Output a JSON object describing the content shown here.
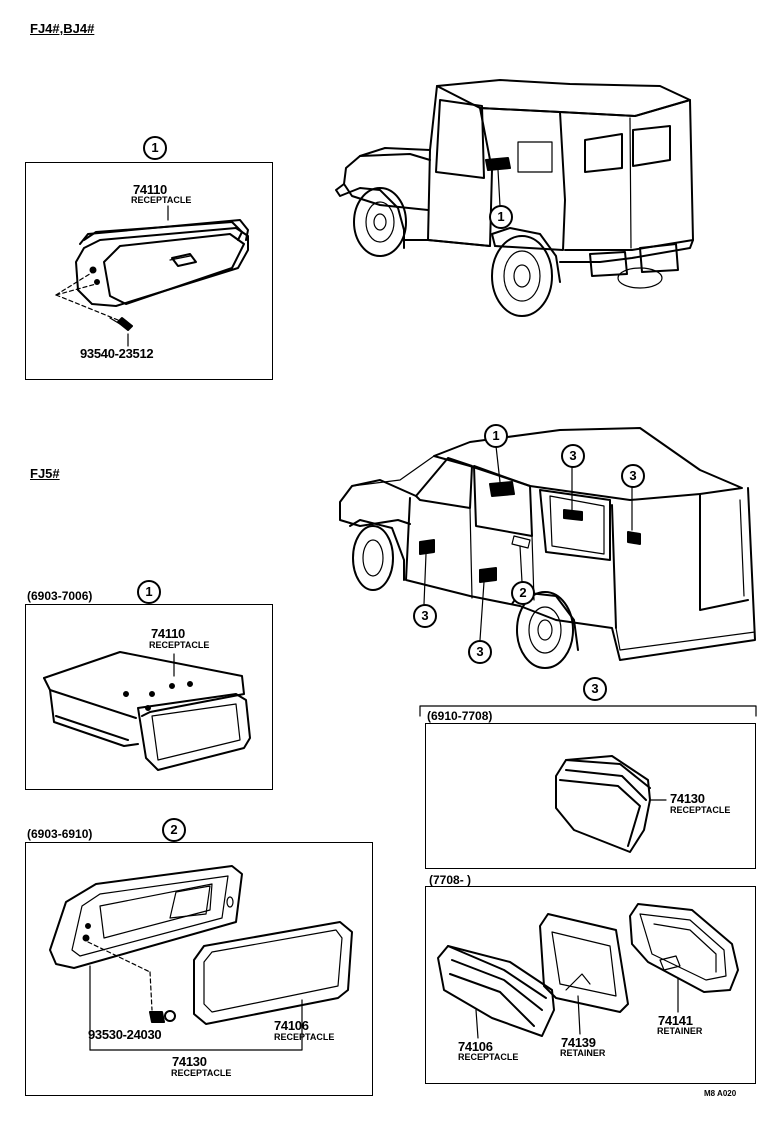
{
  "headers": {
    "group_fj4": "FJ4#,BJ4#",
    "group_fj5": "FJ5#"
  },
  "callouts": {
    "c1": "1",
    "c2": "2",
    "c3": "3"
  },
  "ranges": {
    "r_6903_7006": "(6903-7006)",
    "r_6903_6910": "(6903-6910)",
    "r_6910_7708": "(6910-7708)",
    "r_7708": "(7708-        )"
  },
  "parts": {
    "p74110": "74110",
    "p93540": "93540-23512",
    "p93530": "93530-24030",
    "p74106": "74106",
    "p74130": "74130",
    "p74139": "74139",
    "p74141": "74141"
  },
  "captions": {
    "receptacle": "RECEPTACLE",
    "retainer": "RETAINER"
  },
  "footer": {
    "code": "M8 A020"
  }
}
